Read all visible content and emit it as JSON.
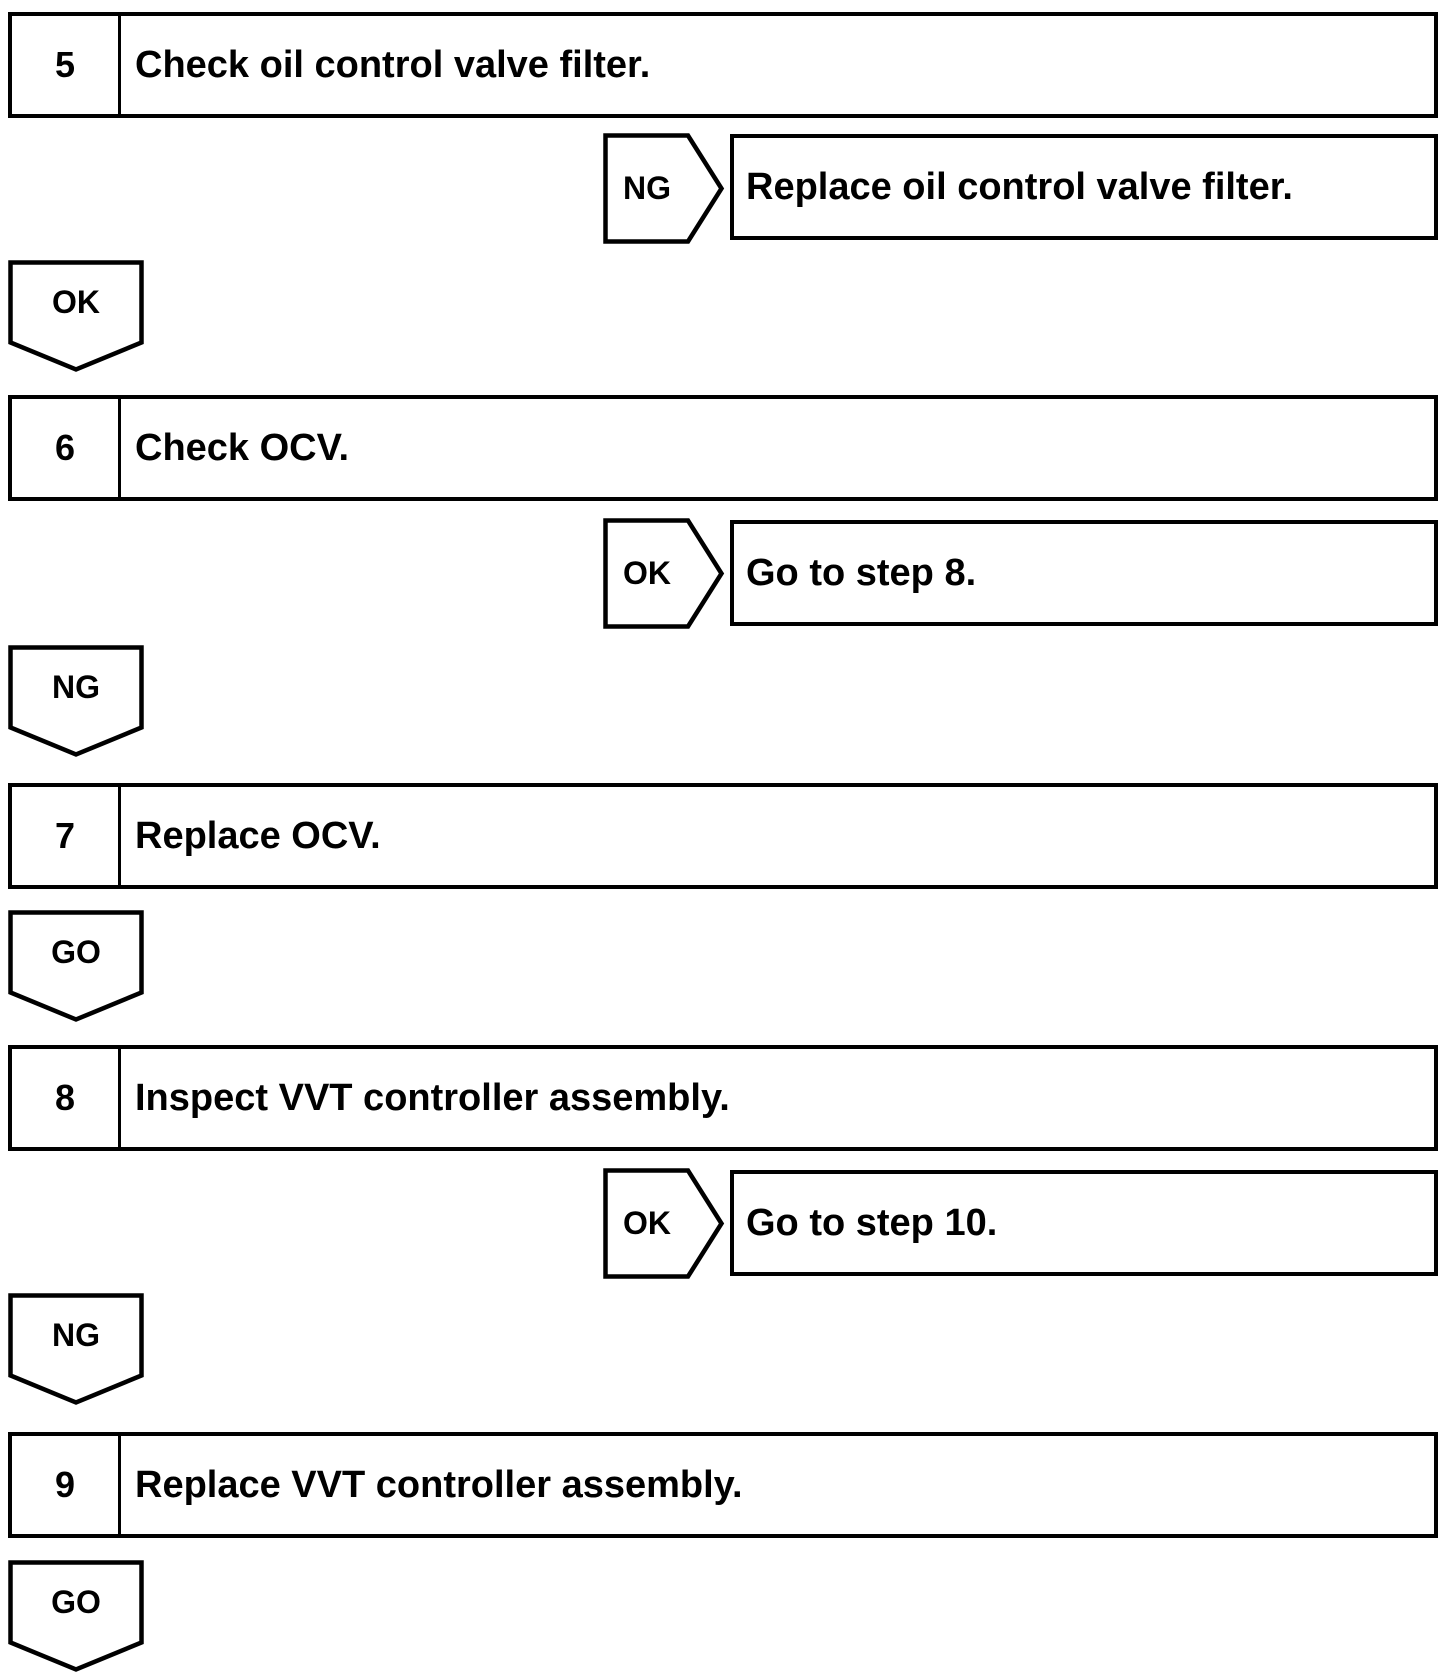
{
  "flowchart": {
    "steps": [
      {
        "number": "5",
        "text": "Check oil control valve filter."
      },
      {
        "number": "6",
        "text": "Check OCV."
      },
      {
        "number": "7",
        "text": "Replace OCV."
      },
      {
        "number": "8",
        "text": "Inspect VVT controller assembly."
      },
      {
        "number": "9",
        "text": "Replace VVT controller assembly."
      }
    ],
    "branches": [
      {
        "label": "NG",
        "result": "Replace oil control valve filter."
      },
      {
        "label": "OK",
        "result": "Go to step 8."
      },
      {
        "label": "OK",
        "result": "Go to step 10."
      }
    ],
    "connectors": [
      {
        "label": "OK"
      },
      {
        "label": "NG"
      },
      {
        "label": "GO"
      },
      {
        "label": "NG"
      },
      {
        "label": "GO"
      }
    ],
    "colors": {
      "line": "#000000",
      "background": "#ffffff"
    }
  }
}
